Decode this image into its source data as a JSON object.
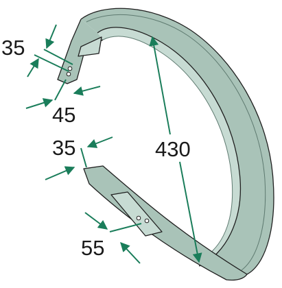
{
  "diagram": {
    "colors": {
      "band": "#a9c3b8",
      "band_highlight": "#c7dbd3",
      "outline": "#1f1f1f",
      "dimension_arrow": "#1a7d5a",
      "label": "#1a1a1a"
    },
    "dimensions": {
      "top_end_width": "35",
      "top_end_hole_offset": "45",
      "bottom_end_width": "35",
      "bottom_end_hole_offset": "55",
      "overall_length": "430"
    }
  }
}
